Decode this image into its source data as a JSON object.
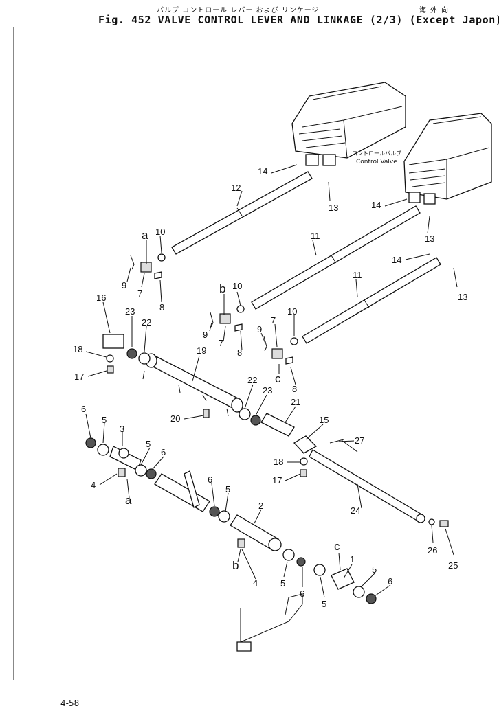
{
  "header": {
    "japanese_title": "バルブ コントロール レバー および リンケージ",
    "japanese_region": "海外向",
    "english_title": "Fig. 452  VALVE CONTROL LEVER AND LINKAGE (2/3) (Except Japon)",
    "page_number": "4-58"
  },
  "callouts": {
    "control_valve_jp": "コントロールバルブ",
    "control_valve_en": "Control Valve"
  },
  "part_labels": {
    "p1": "1",
    "p2": "2",
    "p3": "3",
    "p4": "4",
    "p5": "5",
    "p6": "6",
    "p7": "7",
    "p8": "8",
    "p9": "9",
    "p10": "10",
    "p11": "11",
    "p12": "12",
    "p13": "13",
    "p14": "14",
    "p15": "15",
    "p16": "16",
    "p17": "17",
    "p18": "18",
    "p19": "19",
    "p20": "20",
    "p21": "21",
    "p22": "22",
    "p23": "23",
    "p24": "24",
    "p25": "25",
    "p26": "26",
    "p27": "27"
  },
  "connection_labels": {
    "a": "a",
    "b": "b",
    "c": "c"
  }
}
